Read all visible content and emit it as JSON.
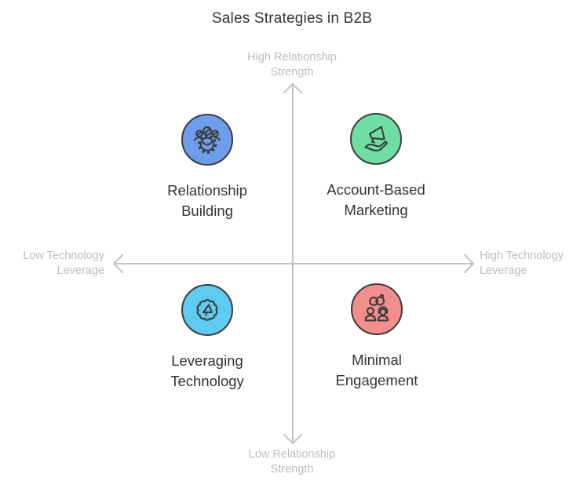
{
  "title": "Sales Strategies in B2B",
  "colors": {
    "axis": "#C4C4C4",
    "axis_label_text": "#BDBDBD",
    "label_text": "#333333",
    "icon_stroke": "#3C3C3C",
    "relationship_building": "#6D9EEB",
    "account_based_marketing": "#6FDEA2",
    "leveraging_technology": "#5DCBF2",
    "minimal_engagement": "#F28E8C"
  },
  "axes": {
    "top": "High Relationship\nStrength",
    "bottom": "Low Relationship\nStrength",
    "left": "Low Technology\nLeverage",
    "right": "High Technology\nLeverage"
  },
  "quadrants": [
    {
      "position": "top-left",
      "label": "Relationship\nBuilding",
      "icon": "team-gear-icon",
      "color": "#6D9EEB"
    },
    {
      "position": "top-right",
      "label": "Account-Based\nMarketing",
      "icon": "megaphone-hand-icon",
      "color": "#6FDEA2"
    },
    {
      "position": "bottom-left",
      "label": "Leveraging\nTechnology",
      "icon": "tech-badge-icon",
      "color": "#5DCBF2"
    },
    {
      "position": "bottom-right",
      "label": "Minimal\nEngagement",
      "icon": "couple-rings-icon",
      "color": "#F28E8C"
    }
  ]
}
